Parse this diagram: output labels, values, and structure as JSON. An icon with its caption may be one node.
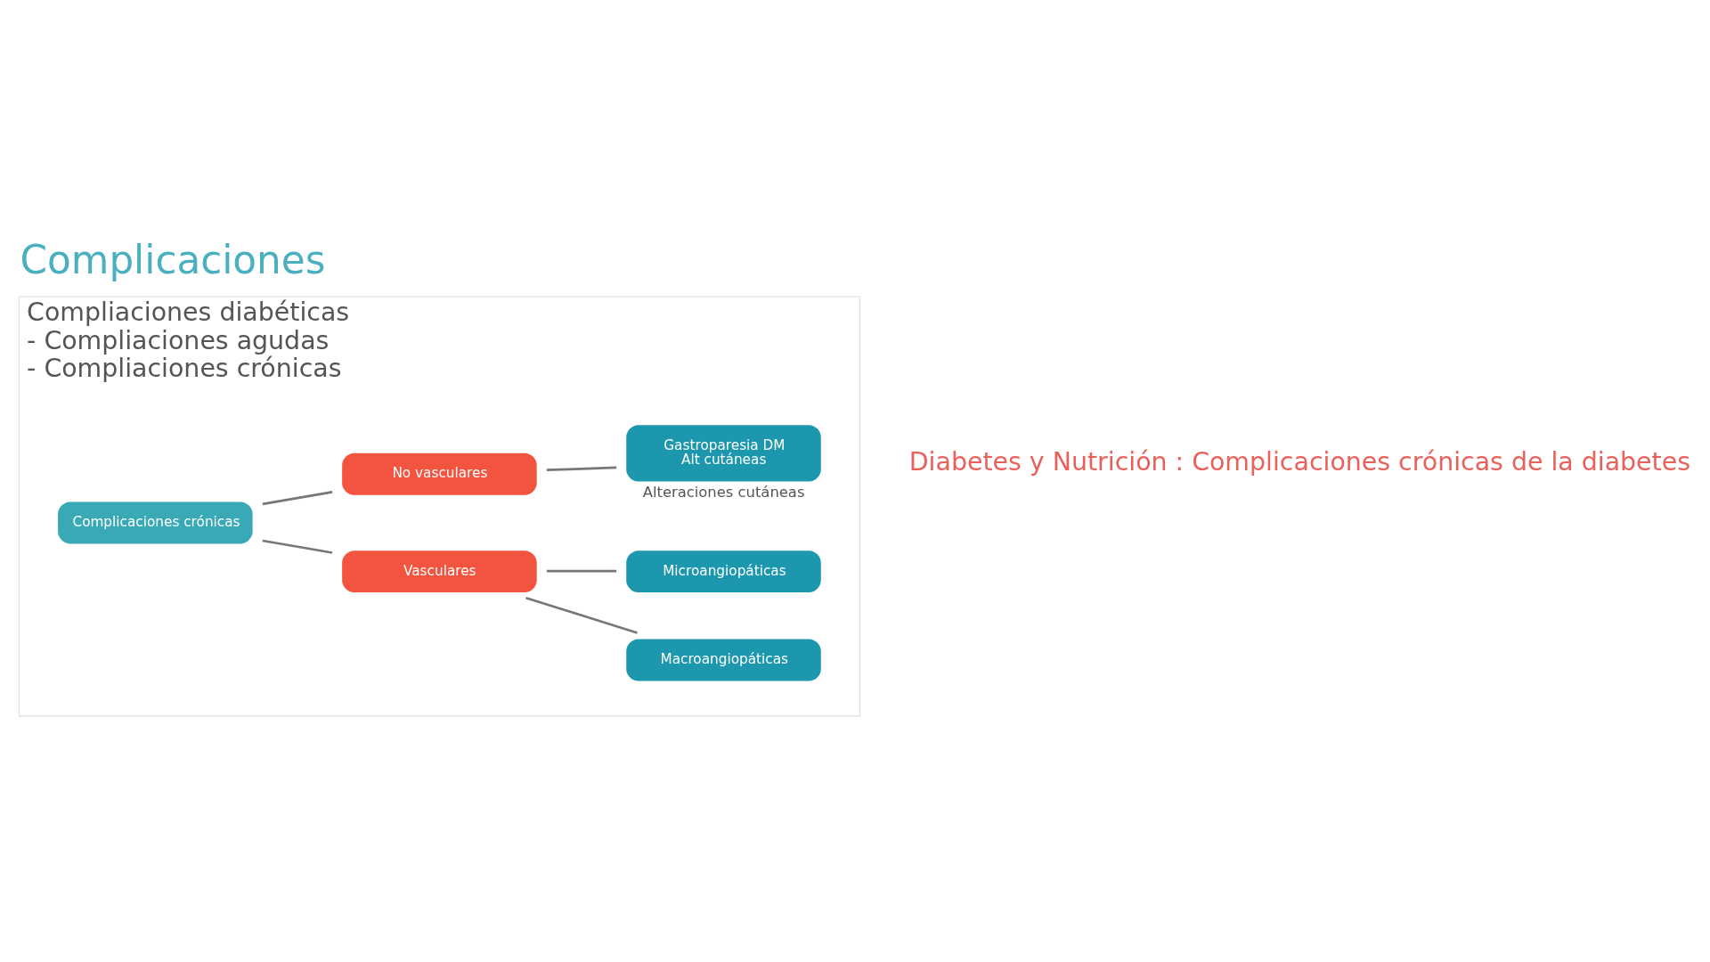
{
  "diagram": {
    "title": "Complicaciones",
    "caption": "Diabetes y Nutrición : Complicaciones crónicas de la diabetes",
    "nodes": [
      {
        "text": [
          "Compliaciones diabéticas",
          "- Compliaciones agudas",
          "- Compliaciones crónicas"
        ]
      },
      {
        "text": [
          "Complicaciones crónicas"
        ],
        "in": 0
      },
      {
        "text": [
          "Vasculares"
        ],
        "in": 0
      },
      {
        "text": [
          "No vasculares"
        ],
        "in": 0
      },
      {
        "text": [
          "Macroangiopáticas"
        ],
        "in": 0
      },
      {
        "text": [
          "Microangiopáticas"
        ],
        "in": 0
      },
      {
        "text": [
          "Gastroparesia DM",
          "Alt cutáneas"
        ],
        "in": 0,
        "beside": [
          "Alteraciones cutáneas"
        ]
      }
    ],
    "edges": [
      {
        "from": 1,
        "to": 2,
        "arrow": "none"
      },
      {
        "from": 1,
        "to": 3,
        "arrow": "none"
      },
      {
        "from": 2,
        "to": 4,
        "arrow": "none"
      },
      {
        "from": 2,
        "to": 5,
        "arrow": "none"
      },
      {
        "from": 3,
        "to": 6,
        "arrow": "none"
      }
    ]
  }
}
